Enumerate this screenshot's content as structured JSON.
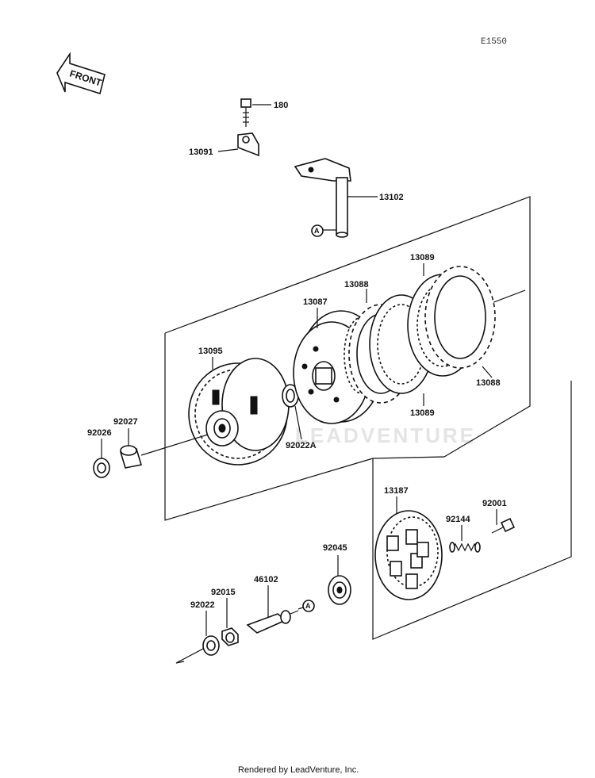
{
  "diagram_code": "E1550",
  "front_arrow_label": "FRONT",
  "watermark": "LEADVENTURE",
  "footer": "Rendered by LeadVenture, Inc.",
  "ref_marker": "A",
  "parts": {
    "p180": "180",
    "p13091": "13091",
    "p13102": "13102",
    "p13089_top": "13089",
    "p13088_left": "13088",
    "p13087": "13087",
    "p13095": "13095",
    "p92027": "92027",
    "p92026": "92026",
    "p92022A": "92022A",
    "p13089_bottom": "13089",
    "p13088_right": "13088",
    "p13187": "13187",
    "p92001": "92001",
    "p92144": "92144",
    "p92045": "92045",
    "p46102": "46102",
    "p92015": "92015",
    "p92022": "92022"
  }
}
